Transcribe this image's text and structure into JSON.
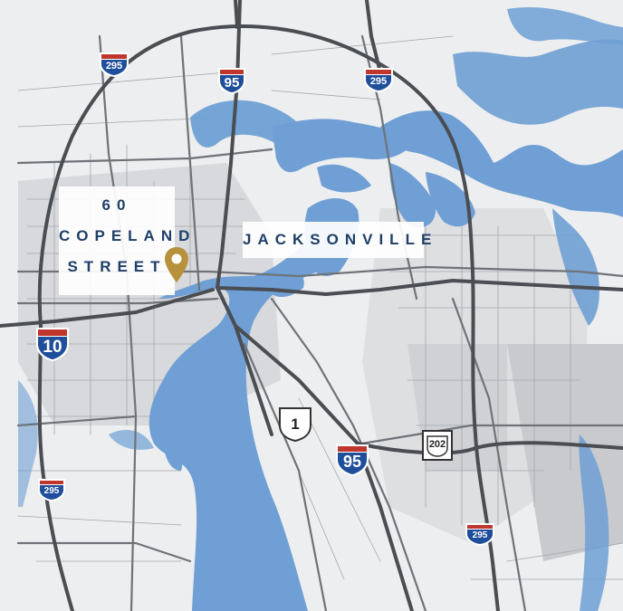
{
  "map": {
    "colors": {
      "water": "#6f9fd4",
      "land": "#eceeef",
      "urban": "#d9dbdd",
      "road": "#4a4d52",
      "label_text": "#1f3f66",
      "pin": "#b8913c",
      "shield_blue": "#1f4e9a",
      "shield_red": "#c0362c"
    },
    "labels": {
      "property": [
        "60",
        "COPELAND",
        "STREET"
      ],
      "city": "JACKSONVILLE"
    },
    "shields": [
      {
        "id": "i295-nw",
        "type": "interstate",
        "number": "295"
      },
      {
        "id": "i95-north",
        "type": "interstate",
        "number": "95"
      },
      {
        "id": "i295-ne",
        "type": "interstate",
        "number": "295"
      },
      {
        "id": "i10",
        "type": "interstate",
        "number": "10"
      },
      {
        "id": "us1",
        "type": "us-route",
        "number": "1"
      },
      {
        "id": "i95-south",
        "type": "interstate",
        "number": "95"
      },
      {
        "id": "us202",
        "type": "state-route",
        "number": "202"
      },
      {
        "id": "i295-sw",
        "type": "interstate",
        "number": "295"
      },
      {
        "id": "i295-se",
        "type": "interstate",
        "number": "295"
      }
    ],
    "marker": {
      "icon": "map-pin-icon"
    }
  }
}
